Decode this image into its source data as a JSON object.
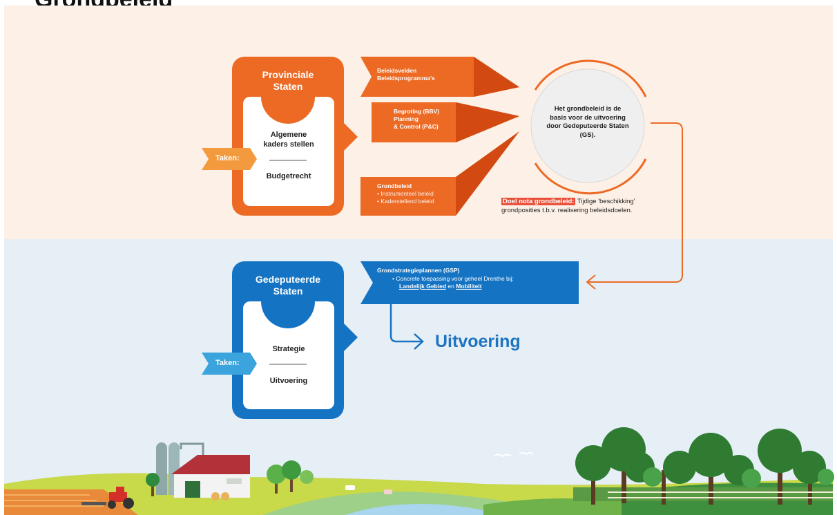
{
  "title": "Grondbeleid",
  "colors": {
    "orange": "#ec6a24",
    "dark_orange": "#d9551a",
    "blue": "#1473c2",
    "light_blue": "#3ba4dd",
    "top_band": "#fdf0e6",
    "bottom_band": "#e6eef6"
  },
  "provinciale_staten": {
    "title_line1": "Provinciale",
    "title_line2": "Staten",
    "task1_line1": "Algemene",
    "task1_line2": "kaders stellen",
    "task2": "Budgetrecht",
    "tab_label": "Taken:"
  },
  "arrows": [
    {
      "line1": "Beleidsvelden",
      "line2": "Beleidsprogramma's"
    },
    {
      "line1": "Begroting (BBV)",
      "line2": "Planning",
      "line3": "& Control (P&C)"
    },
    {
      "line1": "Grondbeleid",
      "bullet1": "• Instrumenteel beleid",
      "bullet2": "• Kaderstellend beleid"
    }
  ],
  "circle": {
    "line1": "Het grondbeleid is de",
    "line2": "basis voor de uitvoering",
    "line3": "door Gedeputeerde Staten",
    "line4": "(GS)."
  },
  "doel": {
    "highlight": "Doel nota grondbeleid:",
    "text1": "Tijdige 'beschikking'",
    "text2": "grondposities t.b.v. realisering beleidsdoelen."
  },
  "gedeputeerde_staten": {
    "title_line1": "Gedeputeerde",
    "title_line2": "Staten",
    "task1": "Strategie",
    "task2": "Uitvoering",
    "tab_label": "Taken:"
  },
  "gsp": {
    "title": "Grondstrategieplannen (GSP)",
    "bullet": "• Concrete toepassing voor geheel Drenthe bij:",
    "link1": "Landelijk Gebied",
    "connector": "en",
    "link2": "Mobiliteit"
  },
  "uitvoering": "Uitvoering"
}
